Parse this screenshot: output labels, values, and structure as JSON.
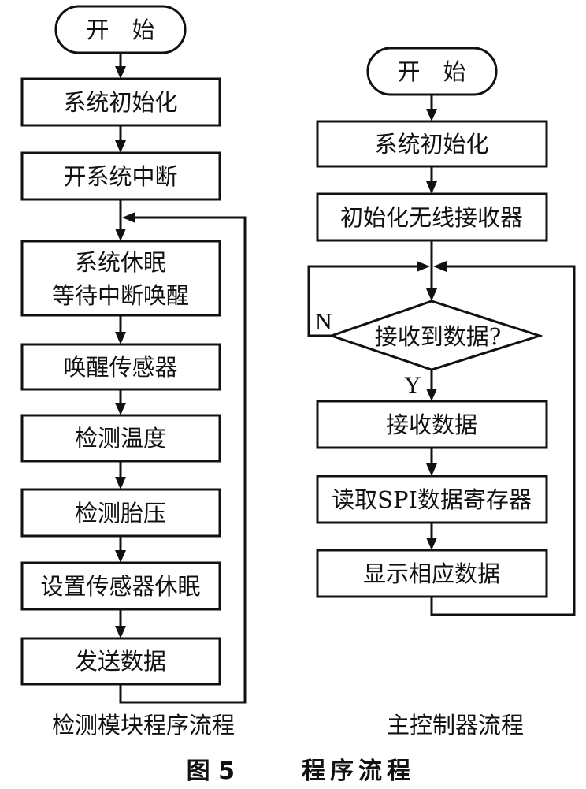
{
  "figure_caption": {
    "number": "图 5",
    "title": "程序流程"
  },
  "diagrams": [
    {
      "id": "detection-module",
      "caption": "检测模块程序流程",
      "nodes": [
        {
          "id": "start",
          "type": "terminal",
          "label": "开　始"
        },
        {
          "id": "sys-init",
          "type": "process",
          "label": "系统初始化"
        },
        {
          "id": "enable-int",
          "type": "process",
          "label": "开系统中断"
        },
        {
          "id": "sleep",
          "type": "process",
          "label_lines": [
            "系统休眠",
            "等待中断唤醒"
          ]
        },
        {
          "id": "wake-sensor",
          "type": "process",
          "label": "唤醒传感器"
        },
        {
          "id": "temp",
          "type": "process",
          "label": "检测温度"
        },
        {
          "id": "pressure",
          "type": "process",
          "label": "检测胎压"
        },
        {
          "id": "sensor-sleep",
          "type": "process",
          "label": "设置传感器休眠"
        },
        {
          "id": "send",
          "type": "process",
          "label": "发送数据"
        }
      ],
      "edges": [
        {
          "from": "start",
          "to": "sys-init"
        },
        {
          "from": "sys-init",
          "to": "enable-int"
        },
        {
          "from": "enable-int",
          "to": "sleep"
        },
        {
          "from": "sleep",
          "to": "wake-sensor"
        },
        {
          "from": "wake-sensor",
          "to": "temp"
        },
        {
          "from": "temp",
          "to": "pressure"
        },
        {
          "from": "pressure",
          "to": "sensor-sleep"
        },
        {
          "from": "sensor-sleep",
          "to": "send"
        },
        {
          "from": "send",
          "to": "sleep",
          "kind": "loop-back"
        }
      ]
    },
    {
      "id": "main-controller",
      "caption": "主控制器流程",
      "nodes": [
        {
          "id": "start",
          "type": "terminal",
          "label": "开　始"
        },
        {
          "id": "sys-init",
          "type": "process",
          "label": "系统初始化"
        },
        {
          "id": "rx-init",
          "type": "process",
          "label": "初始化无线接收器"
        },
        {
          "id": "received",
          "type": "decision",
          "label": "接收到数据?"
        },
        {
          "id": "receive",
          "type": "process",
          "label": "接收数据"
        },
        {
          "id": "read-spi",
          "type": "process",
          "label": "读取SPI数据寄存器"
        },
        {
          "id": "display",
          "type": "process",
          "label": "显示相应数据"
        }
      ],
      "edges": [
        {
          "from": "start",
          "to": "sys-init"
        },
        {
          "from": "sys-init",
          "to": "rx-init"
        },
        {
          "from": "rx-init",
          "to": "received"
        },
        {
          "from": "received",
          "to": "receive",
          "label": "Y"
        },
        {
          "from": "received",
          "to": "received",
          "label": "N",
          "kind": "loop-back"
        },
        {
          "from": "receive",
          "to": "read-spi"
        },
        {
          "from": "read-spi",
          "to": "display"
        },
        {
          "from": "display",
          "to": "received",
          "kind": "loop-back"
        }
      ]
    }
  ]
}
